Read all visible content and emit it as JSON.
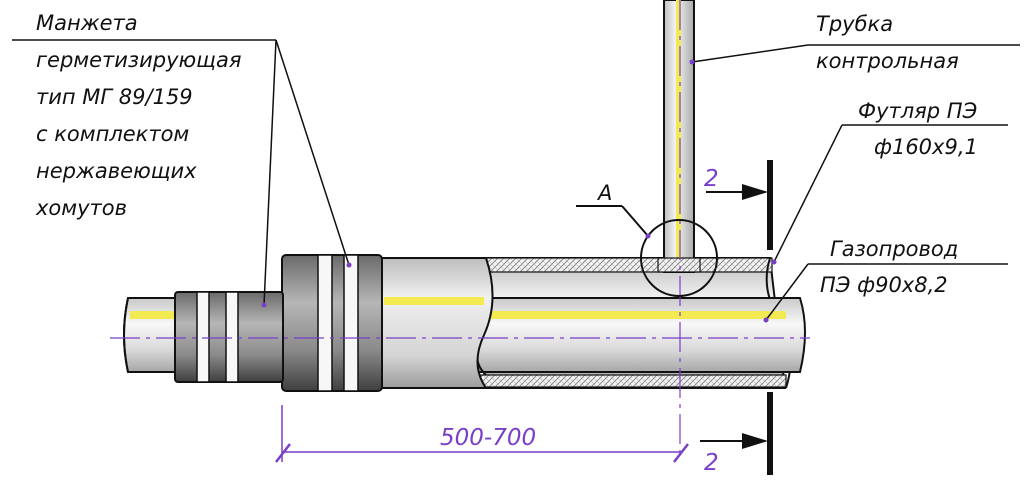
{
  "labels": {
    "cuff": {
      "line1": "Манжета",
      "line2": "герметизирующая",
      "line3": "тип МГ 89/159",
      "line4": "с комплектом",
      "line5": "нержавеющих",
      "line6": "хомутов"
    },
    "tube": {
      "line1": "Трубка",
      "line2": "контрольная"
    },
    "case": {
      "line1": "Футляр ПЭ",
      "line2": "ф160х9,1"
    },
    "pipe": {
      "line1": "Газопровод",
      "line2": "ПЭ ф90х8,2"
    },
    "callout": "А",
    "section_top": "2",
    "section_bottom": "2",
    "dimension": "500-700"
  },
  "colors": {
    "line": "#111111",
    "dimension": "#7a3fc8",
    "pipe_stripe": "#f3ea52",
    "steel_light": "#eeeeee",
    "steel_dark": "#6f6f6f"
  }
}
